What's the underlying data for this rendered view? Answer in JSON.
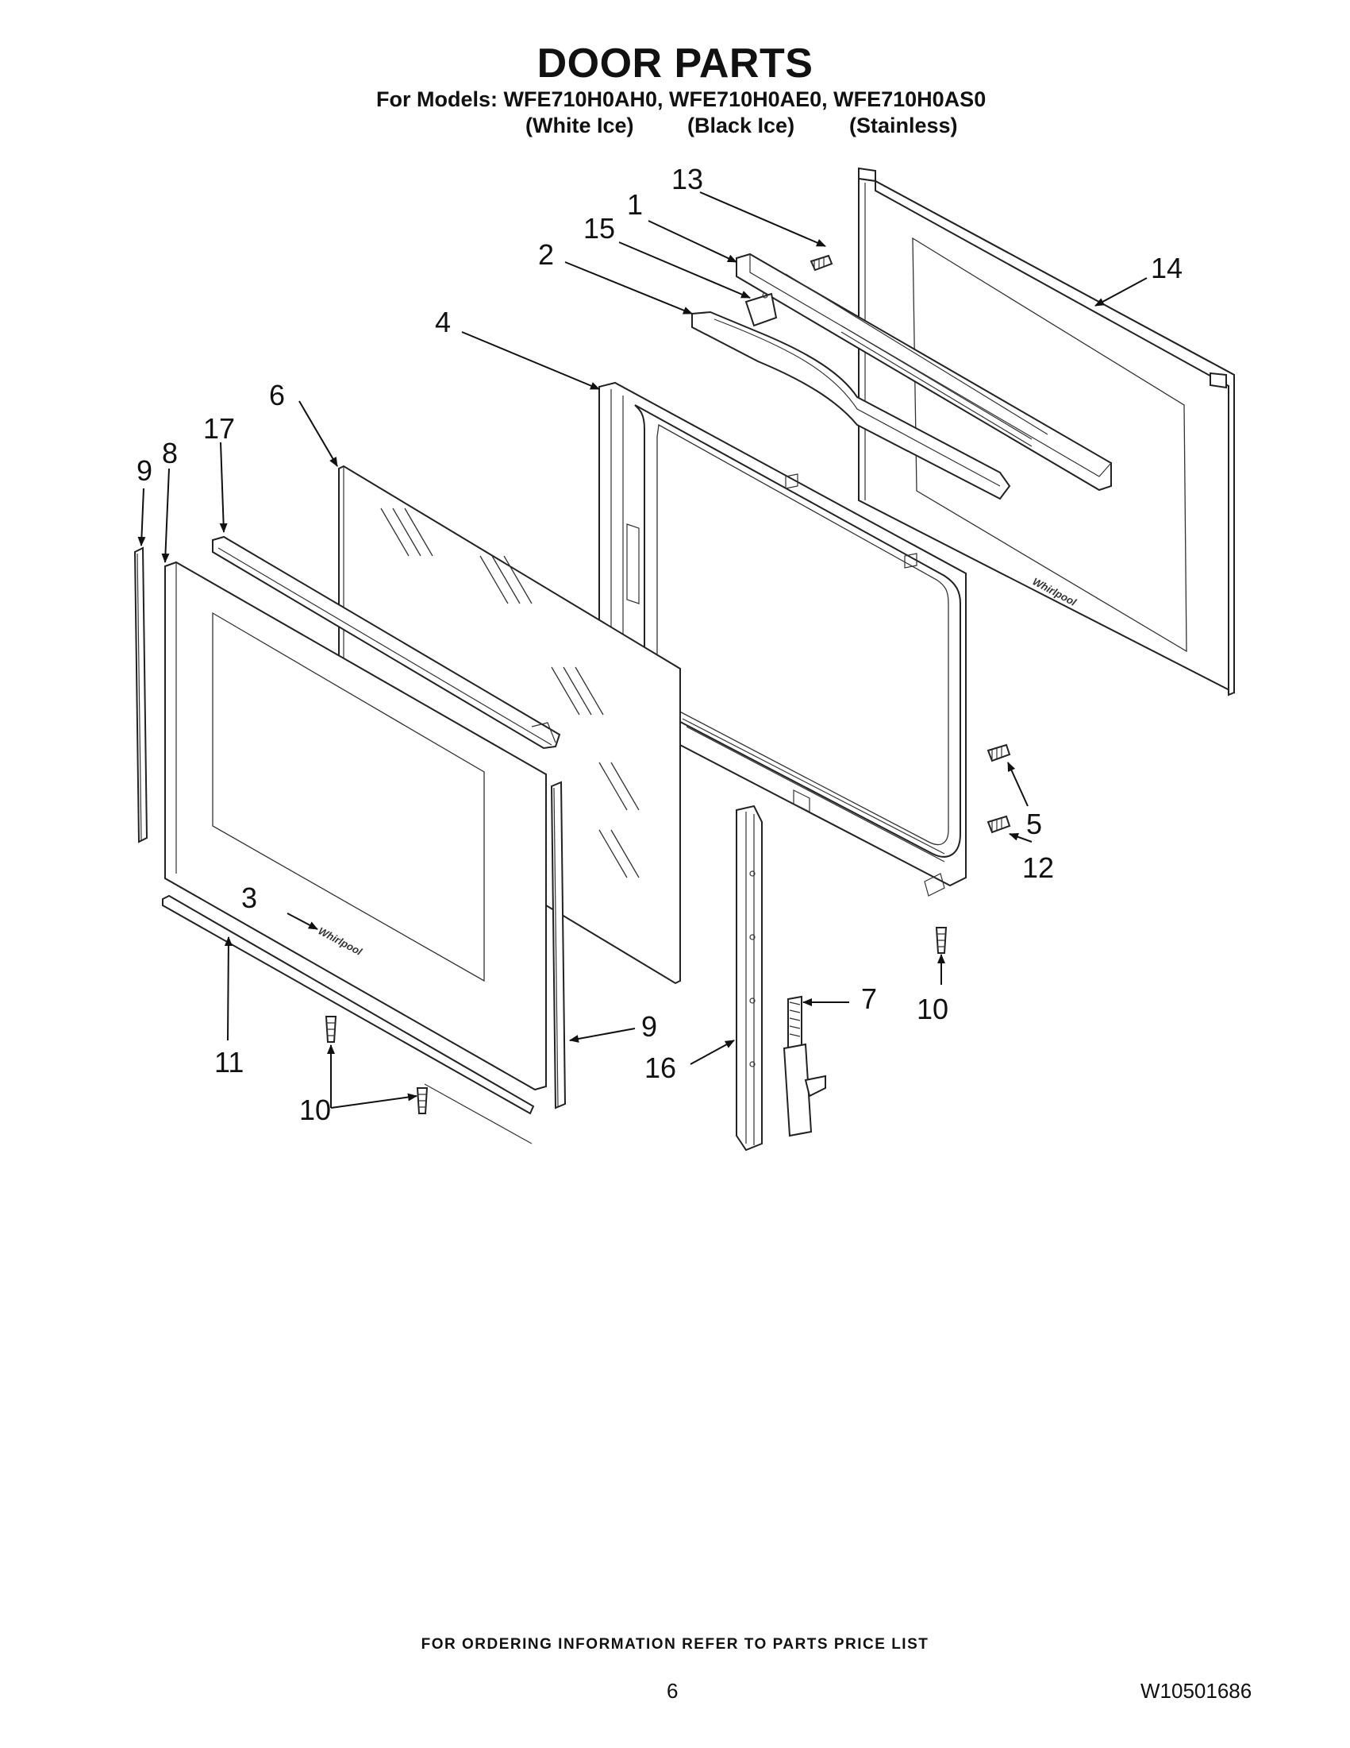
{
  "header": {
    "title": "DOOR PARTS",
    "models_line": "For Models: WFE710H0AH0, WFE710H0AE0, WFE710H0AS0",
    "variants": [
      "(White Ice)",
      "(Black Ice)",
      "(Stainless)"
    ]
  },
  "callouts": {
    "c1": "1",
    "c2": "2",
    "c3": "3",
    "c4": "4",
    "c5": "5",
    "c6": "6",
    "c7": "7",
    "c8": "8",
    "c9a": "9",
    "c9b": "9",
    "c10a": "10",
    "c10b": "10",
    "c11": "11",
    "c12": "12",
    "c13": "13",
    "c14": "14",
    "c15": "15",
    "c16": "16",
    "c17": "17"
  },
  "footer": {
    "ordering_note": "FOR ORDERING INFORMATION REFER TO PARTS PRICE LIST",
    "page_number": "6",
    "document_number": "W10501686"
  },
  "logo_text": "Whirlpool"
}
